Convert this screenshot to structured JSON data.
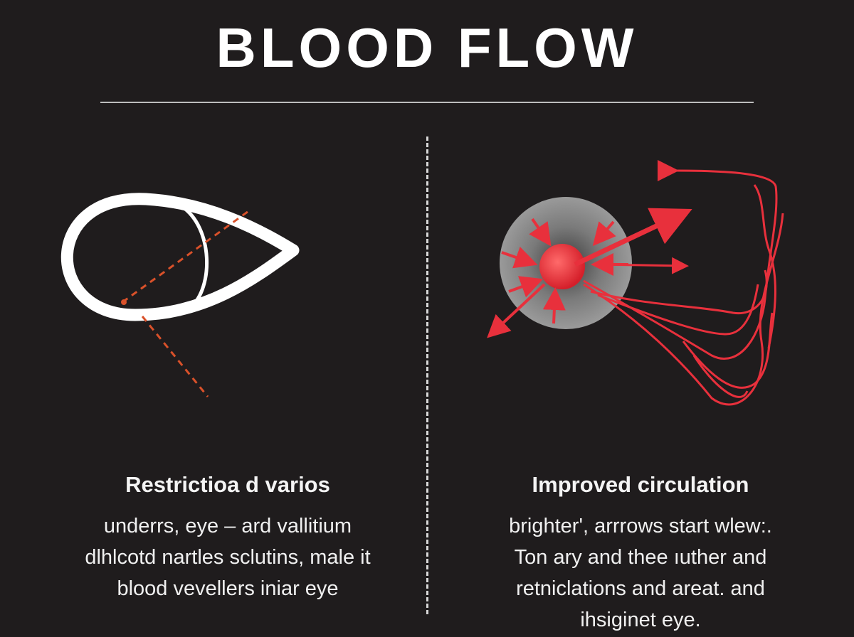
{
  "title": "BLOOD FLOW",
  "left": {
    "heading": "Restrictioa d varios",
    "lines": [
      "underrs, eye – ard vallitium",
      "dlhlcotd  nartles sclutins, male it",
      "blood vevellers iniar eye"
    ]
  },
  "right": {
    "heading": "Improved circulation",
    "lines": [
      "brighter', arrrows start wlew:.",
      "Ton ary and thee ıuther and",
      "retniclations and areat. and",
      "ihsiginet eye."
    ]
  },
  "colors": {
    "background": "#1f1c1d",
    "accent_red": "#e8303c",
    "dashed_orange": "#d9512a",
    "glow_grey": "#8a8a8a"
  }
}
